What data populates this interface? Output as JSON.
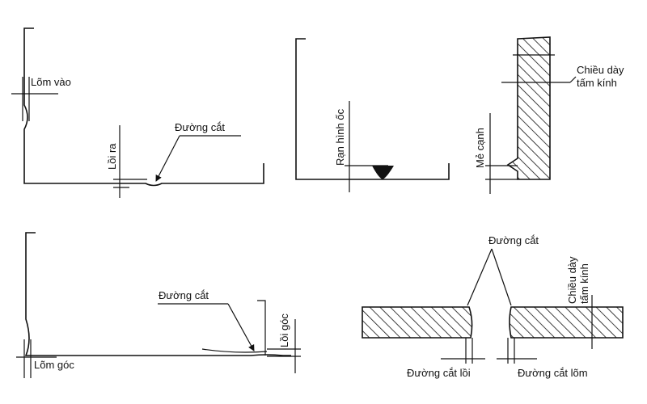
{
  "labels": {
    "lom_vao": "Lõm vào",
    "loi_ra": "Lồi ra",
    "duong_cat_1": "Đường cắt",
    "ran_hinh_oc": "Rạn hình ốc",
    "me_canh": "Mẻ cạnh",
    "chieu_day_1": "Chiều dày",
    "tam_kinh_1": "tấm kính",
    "duong_cat_2": "Đường cắt",
    "loi_goc": "Lồi góc",
    "lom_goc": "Lõm góc",
    "duong_cat_3": "Đường cắt",
    "chieu_day_2": "Chiều dày",
    "tam_kinh_2": "tấm kính",
    "duong_cat_loi": "Đường cắt lồi",
    "duong_cat_lom": "Đường cắt lõm"
  }
}
